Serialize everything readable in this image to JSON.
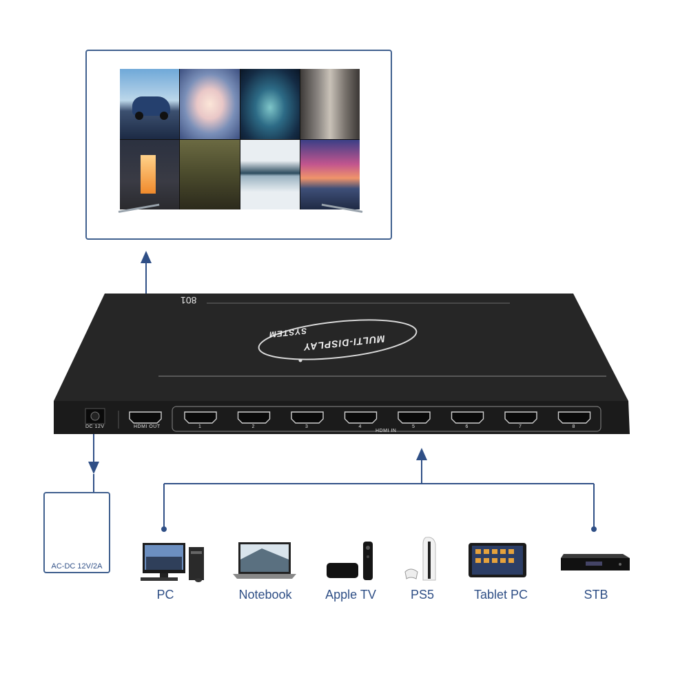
{
  "colors": {
    "accent": "#2f4f86",
    "frame": "#3f5f8e",
    "device_body": "#2a2a2a",
    "device_front": "#1b1b1b"
  },
  "device": {
    "model": "801",
    "logo_text": "MULTI-DISPLAY",
    "logo_sub": "SYSTEM",
    "dc_label": "DC 12V",
    "hdmi_out_label": "HDMI OUT",
    "hdmi_in_label": "HDMI IN",
    "hdmi_inputs": [
      "1",
      "2",
      "3",
      "4",
      "5",
      "6",
      "7",
      "8"
    ]
  },
  "adapter": {
    "label": "AC-DC 12V/2A"
  },
  "sources": [
    {
      "label": "PC",
      "icon": "pc-icon"
    },
    {
      "label": "Notebook",
      "icon": "notebook-icon"
    },
    {
      "label": "Apple TV",
      "icon": "apple-tv-icon"
    },
    {
      "label": "PS5",
      "icon": "ps5-icon"
    },
    {
      "label": "Tablet PC",
      "icon": "tablet-icon"
    },
    {
      "label": "STB",
      "icon": "stb-icon"
    }
  ]
}
